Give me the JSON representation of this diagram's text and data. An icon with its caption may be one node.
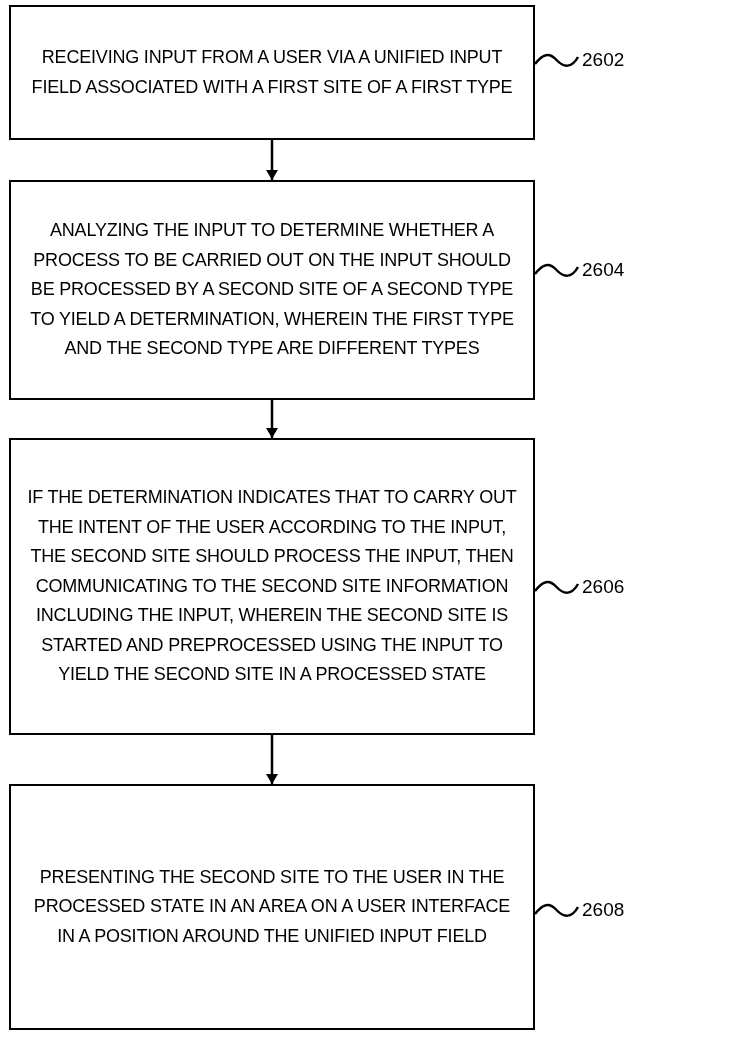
{
  "diagram": {
    "nodes": [
      {
        "text": [
          "RECEIVING INPUT FROM A USER VIA A UNIFIED INPUT FIELD ASSOCIATED WITH A FIRST SITE OF A FIRST TYPE"
        ]
      },
      {
        "text": [
          "2602"
        ]
      },
      {
        "text": [
          "ANALYZING THE INPUT TO DETERMINE WHETHER A PROCESS TO BE CARRIED OUT ON THE INPUT SHOULD BE PROCESSED BY A SECOND SITE OF A SECOND TYPE TO YIELD A DETERMINATION, WHEREIN THE FIRST TYPE AND THE SECOND TYPE ARE DIFFERENT TYPES"
        ]
      },
      {
        "text": [
          "2604"
        ]
      },
      {
        "text": [
          "IF THE DETERMINATION INDICATES THAT TO CARRY OUT THE INTENT OF THE USER ACCORDING TO THE INPUT, THE SECOND SITE SHOULD PROCESS THE INPUT, THEN COMMUNICATING TO THE SECOND SITE INFORMATION INCLUDING THE INPUT, WHEREIN THE SECOND SITE IS STARTED AND PREPROCESSED USING THE INPUT TO YIELD THE SECOND SITE IN A PROCESSED STATE"
        ]
      },
      {
        "text": [
          "2606"
        ]
      },
      {
        "text": [
          "PRESENTING THE SECOND SITE TO THE USER IN THE PROCESSED STATE IN AN AREA ON A USER INTERFACE IN A POSITION AROUND THE UNIFIED INPUT FIELD"
        ]
      },
      {
        "text": [
          "2608"
        ]
      }
    ],
    "edges": [
      {
        "from": 0,
        "to": 2,
        "arrow": "to"
      },
      {
        "from": 2,
        "to": 4,
        "arrow": "to"
      },
      {
        "from": 4,
        "to": 6,
        "arrow": "to"
      },
      {
        "from": 1,
        "to": 0,
        "arrow": "none"
      },
      {
        "from": 3,
        "to": 2,
        "arrow": "none"
      },
      {
        "from": 5,
        "to": 4,
        "arrow": "none"
      },
      {
        "from": 7,
        "to": 6,
        "arrow": "none"
      }
    ]
  }
}
